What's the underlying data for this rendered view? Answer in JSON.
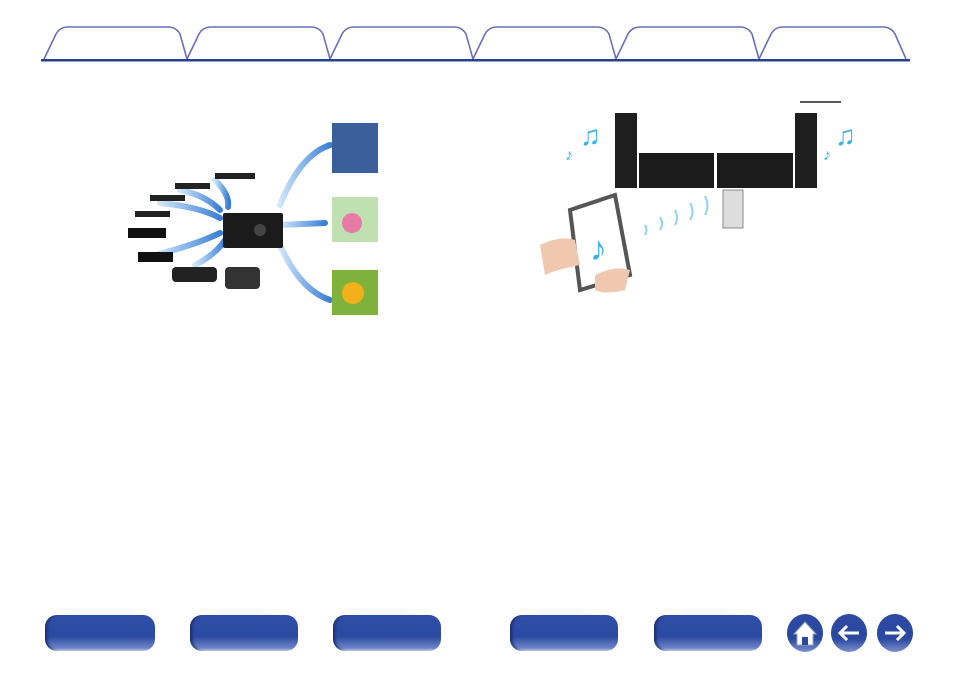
{
  "colors": {
    "accent": "#2b3f8f",
    "tab_outline": "#6b6fb8",
    "button": "#2a4aa2",
    "arrow": "#4a90d9",
    "note": "#3bb3e6"
  },
  "tabs": [
    {
      "id": "tab-1"
    },
    {
      "id": "tab-2"
    },
    {
      "id": "tab-3"
    },
    {
      "id": "tab-4"
    },
    {
      "id": "tab-5"
    },
    {
      "id": "tab-6"
    }
  ],
  "footer": {
    "icons": [
      "home-icon",
      "arrow-left-icon",
      "arrow-right-icon"
    ]
  }
}
